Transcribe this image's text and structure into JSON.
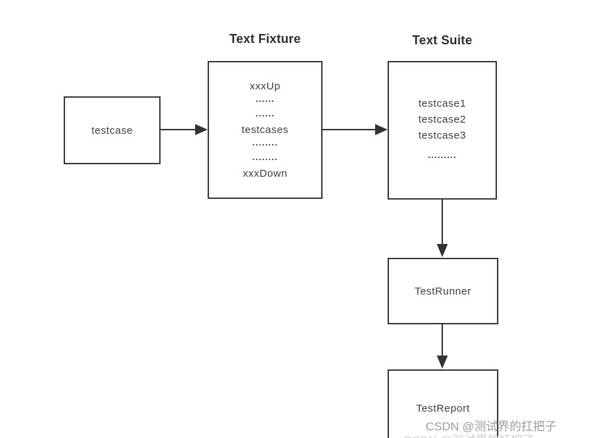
{
  "colors": {
    "background": "#ffffff",
    "box_border": "#3a3a3a",
    "arrow": "#333333",
    "text": "#3f3f3f",
    "title": "#2e2e2e",
    "watermark": "#9d9da1"
  },
  "diagram": {
    "titles": {
      "fixture": "Text Fixture",
      "suite": "Text Suite"
    },
    "nodes": {
      "testcase": {
        "label": "testcase"
      },
      "fixture": {
        "lines": [
          "xxxUp",
          "......",
          "......",
          "testcases",
          "........",
          "........",
          "xxxDown"
        ]
      },
      "suite": {
        "lines": [
          "testcase1",
          "testcase2",
          "testcase3",
          "........."
        ]
      },
      "runner": {
        "label": "TestRunner"
      },
      "report": {
        "label": "TestReport"
      }
    }
  },
  "watermark": {
    "text": "CSDN @测试界的扛把子"
  }
}
